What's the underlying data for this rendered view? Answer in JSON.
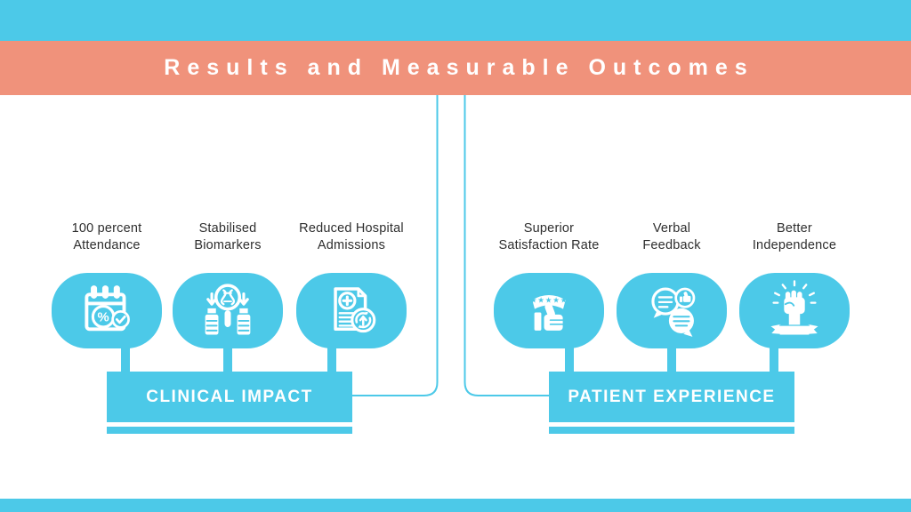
{
  "slide": {
    "title": "Results and Measurable Outcomes"
  },
  "colors": {
    "accent_cyan": "#4CC9E8",
    "accent_salmon": "#F0927B",
    "text_dark": "#2E2E2E",
    "text_light": "#FFFFFF"
  },
  "groups": [
    {
      "label": "CLINICAL IMPACT",
      "items": [
        {
          "line1": "100 percent",
          "line2": "Attendance",
          "icon": "calendar-percent-check-icon"
        },
        {
          "line1": "Stabilised",
          "line2": "Biomarkers",
          "icon": "dna-sample-vials-icon"
        },
        {
          "line1": "Reduced Hospital",
          "line2": "Admissions",
          "icon": "medical-report-refresh-icon"
        }
      ]
    },
    {
      "label": "PATIENT EXPERIENCE",
      "items": [
        {
          "line1": "Superior",
          "line2": "Satisfaction Rate",
          "icon": "thumbs-up-star-rating-icon"
        },
        {
          "line1": "Verbal",
          "line2": "Feedback",
          "icon": "chat-feedback-icon"
        },
        {
          "line1": "Better",
          "line2": "Independence",
          "icon": "raised-fist-banner-icon"
        }
      ]
    }
  ]
}
